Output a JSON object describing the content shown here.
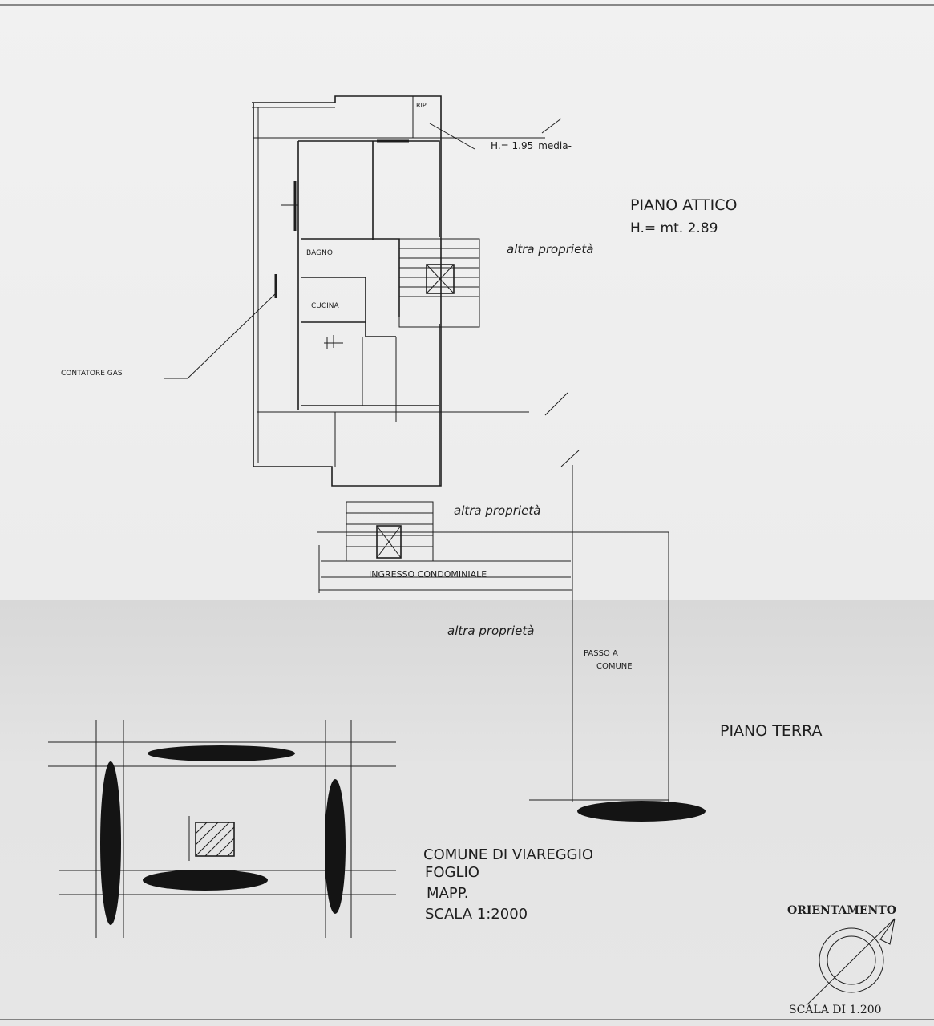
{
  "plan": {
    "attic_title": "PIANO ATTICO",
    "attic_height": "H.= mt. 2.89",
    "h_media": "H.= 1.95_media-",
    "rip": "RIP.",
    "bagno": "BAGNO",
    "cucina": "CUCINA",
    "contatore_gas": "CONTATORE GAS",
    "altra_proprieta_1": "altra proprietà",
    "altra_proprieta_2": "altra proprietà",
    "altra_proprieta_3": "altra proprietà",
    "ingresso": "INGRESSO CONDOMINIALE",
    "passo_line1": "PASSO A",
    "passo_line2": "COMUNE",
    "ground_title": "PIANO TERRA"
  },
  "cadastre": {
    "comune": "COMUNE DI VIAREGGIO",
    "foglio": "FOGLIO",
    "mapp": "MAPP.",
    "scala": "SCALA 1:2000"
  },
  "orientation": {
    "title": "ORIENTAMENTO",
    "scale": "SCALA DI 1.200"
  }
}
